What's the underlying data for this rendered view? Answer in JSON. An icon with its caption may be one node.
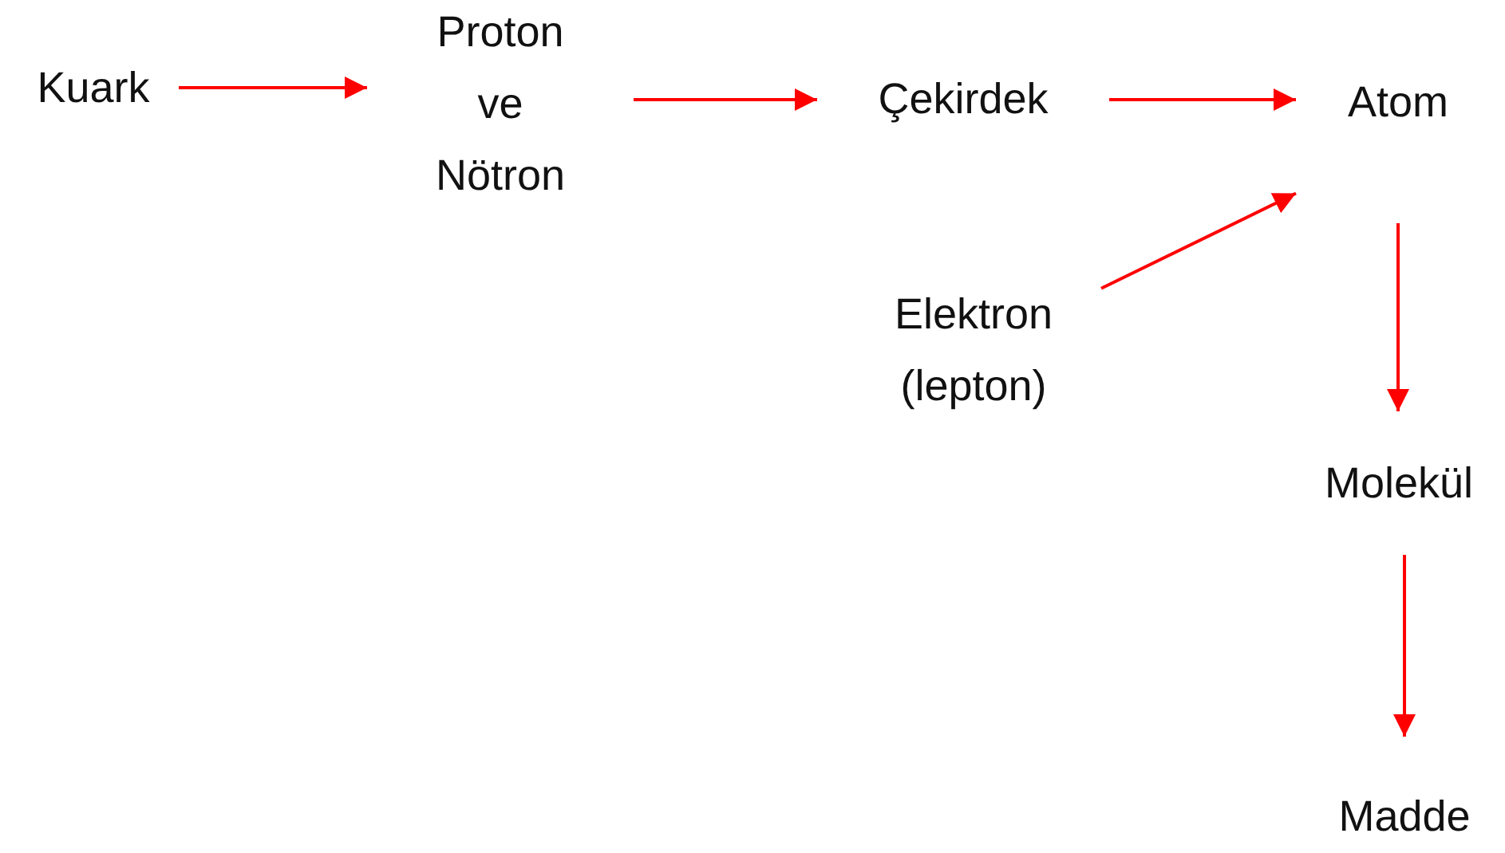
{
  "diagram": {
    "nodes": [
      {
        "text": [
          "Kuark"
        ]
      },
      {
        "text": [
          "Proton ve Nötron"
        ]
      },
      {
        "text": [
          "Çekirdek"
        ]
      },
      {
        "text": [
          "Atom"
        ]
      },
      {
        "text": [
          "Elektron (lepton)"
        ]
      },
      {
        "text": [
          "Molekül"
        ]
      },
      {
        "text": [
          "Madde"
        ]
      }
    ],
    "edges": [
      {
        "from": 0,
        "to": 1,
        "arrow": "to"
      },
      {
        "from": 1,
        "to": 2,
        "arrow": "to"
      },
      {
        "from": 2,
        "to": 3,
        "arrow": "to"
      },
      {
        "from": 4,
        "to": 3,
        "arrow": "to"
      },
      {
        "from": 3,
        "to": 5,
        "arrow": "to"
      },
      {
        "from": 5,
        "to": 6,
        "arrow": "to"
      }
    ]
  }
}
